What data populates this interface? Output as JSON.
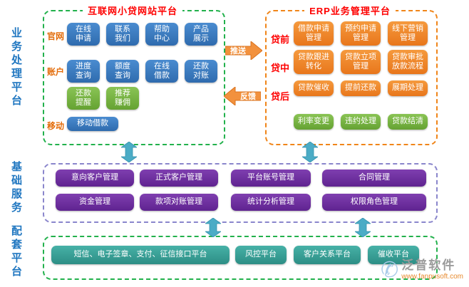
{
  "side_labels": {
    "business": "业务处理平台",
    "base": "基础服务",
    "support": "配套平台"
  },
  "web": {
    "title": "互联网小贷网站平台",
    "group_labels": {
      "official": "官网",
      "account": "账户",
      "mobile": "移动"
    },
    "row1": [
      "在线申请",
      "联系我们",
      "帮助中心",
      "产品展示"
    ],
    "row2": [
      "进度查询",
      "额度查询",
      "在线借款",
      "还款对账"
    ],
    "row3": [
      "还款提醒",
      "推荐赚佣"
    ],
    "mobile_button": "移动借款"
  },
  "flow": {
    "push": "推送",
    "feedback": "反馈"
  },
  "erp": {
    "title": "ERP业务管理平台",
    "stages": [
      "贷前",
      "贷中",
      "贷后"
    ],
    "row1": [
      "借款申请管理",
      "预约申请管理",
      "线下营销管理"
    ],
    "row2": [
      "贷款跟进转化",
      "贷款立项管理",
      "贷款审批放款流程"
    ],
    "row3": [
      "贷款催收",
      "提前还款",
      "展期处理"
    ],
    "row4": [
      "利率变更",
      "违约处理",
      "贷款结清"
    ]
  },
  "base_services": {
    "row1": [
      "意向客户管理",
      "正式客户管理",
      "平台账号管理",
      "合同管理"
    ],
    "row2": [
      "资金管理",
      "款项对账管理",
      "统计分析管理",
      "权限角色管理"
    ]
  },
  "support": {
    "items": [
      "短信、电子签章、支付、征信接口平台",
      "风控平台",
      "客户关系平台",
      "催收平台"
    ]
  },
  "watermark": {
    "name": "泛普软件",
    "url": "www.fanpusoft.com"
  },
  "colors": {
    "button_blue": "#3A7CC0",
    "button_orange": "#ED7D31",
    "button_green": "#70AD47",
    "button_purple": "#7030A0",
    "button_teal": "#35A39A",
    "arrow_blue": "#4BACC6",
    "flow_arrow_orange": "#F2913D",
    "title_red": "#FF0000",
    "side_label_blue": "#1F76C0",
    "border_green": "#22B14C",
    "border_orange": "#F08519",
    "border_purple": "#8A86CC"
  }
}
